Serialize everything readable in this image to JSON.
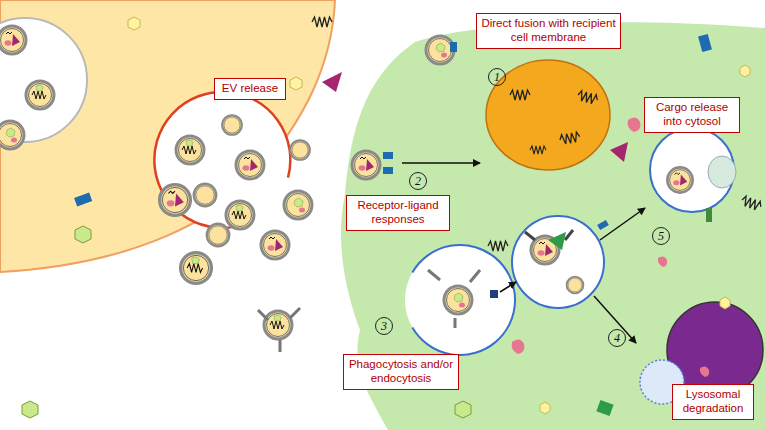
{
  "diagram": {
    "nodes": [
      {
        "text": [
          "Direct fusion with recipient cell membrane"
        ]
      },
      {
        "text": [
          "EV release"
        ]
      },
      {
        "text": [
          "Cargo release into cytosol"
        ]
      },
      {
        "text": [
          "Receptor-ligand responses"
        ]
      },
      {
        "text": [
          "Phagocytosis and/or endocytosis"
        ]
      },
      {
        "text": [
          "Lysosomal degradation"
        ]
      }
    ],
    "labels": [
      "1",
      "2",
      "3",
      "4",
      "5"
    ]
  }
}
